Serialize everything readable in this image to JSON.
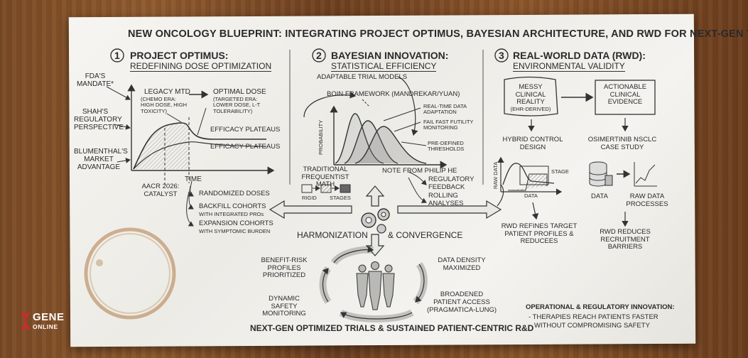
{
  "title": "NEW ONCOLOGY BLUEPRINT: INTEGRATING PROJECT OPTIMUS, BAYESIAN ARCHITECTURE, AND RWD FOR NEXT-GEN TRIALS",
  "section1": {
    "num": "1",
    "heading": "PROJECT OPTIMUS:",
    "subheading": "REDEFINING DOSE OPTIMIZATION",
    "fda": "FDA'S MANDATE*",
    "shah": "SHAH'S REGULATORY PERSPECTIVE",
    "blumenthal": "BLUMENTHAL'S MARKET ADVANTAGE",
    "legacy": "LEGACY MTD",
    "legacy_sub": "(CHEMO ERA: HIGH DOSE, HIGH TOXICITY)",
    "optimal": "OPTIMAL DOSE",
    "optimal_sub": "(TARGETED ERA: LOWER DOSE, L-T TOLERABILITY)",
    "plateau1": "EFFICACY PLATEAUS",
    "plateau2": "EFFICACY PLATEAUS",
    "time": "TIME",
    "aacr": "AACR 2026: CATALYST",
    "randomized": "RANDOMIZED DOSES",
    "backfill": "BACKFILL COHORTS",
    "backfill_sub": "WITH INTEGRATED PROs",
    "expansion": "EXPANSION COHORTS",
    "expansion_sub": "WITH SYMPTOMIC BURDEN"
  },
  "section2": {
    "num": "2",
    "heading": "BAYESIAN INNOVATION:",
    "subheading": "STATISTICAL EFFICIENCY",
    "adaptable": "ADAPTABLE TRIAL MODELS",
    "boin": "BOIN FRAMEWORK (MANDREKAR/YUAN)",
    "probability": "PROBABILITY",
    "realtime": "REAL-TIME DATA ADAPTATION",
    "failfast": "FAIL FAST FUTILITY MONITORING",
    "predefined": "PRE-DEFINED THRESHOLDS",
    "traditional": "TRADITIONAL FREQUENTIST MATH",
    "rigid": "RIGID",
    "stages": "STAGES",
    "note": "NOTE FROM PHILIP HE",
    "regulatory": "REGULATORY FEEDBACK",
    "rolling": "ROLLING ANALYSES"
  },
  "section3": {
    "num": "3",
    "heading": "REAL-WORLD DATA (RWD):",
    "subheading": "ENVIRONMENTAL VALIDITY",
    "messy": "MESSY CLINICAL REALITY",
    "ehr": "(EHR-DERIVED)",
    "actionable": "ACTIONABLE CLINICAL EVIDENCE",
    "hybrid": "HYBRID CONTROL DESIGN",
    "raw_data_axis": "RAW DATA",
    "stage": "STAGE",
    "data_axis": "DATA",
    "osimertinib": "OSIMERTINIB NSCLC CASE STUDY",
    "data": "DATA",
    "raw_processes": "RAW DATA PROCESSES",
    "rwd_refines": "RWD REFINES TARGET PATIENT PROFILES & REDUCEES",
    "rwd_reduces": "RWD REDUCES RECRUITMENT BARRIERS"
  },
  "center": {
    "harmonization": "HARMONIZATION",
    "convergence": "& CONVERGENCE",
    "benefit": "BENEFIT-RISK PROFILES PRIORITIZED",
    "dynamic": "DYNAMIC SAFETY MONITORING",
    "density": "DATA DENSITY MAXIMIZED",
    "broadened": "BROADENED PATIENT ACCESS",
    "pragmatica": "(PRAGMATICA-LUNG)",
    "footer": "NEXT-GEN OPTIMIZED TRIALS & SUSTAINED PATIENT-CENTRIC R&D"
  },
  "operational": {
    "title": "OPERATIONAL & REGULATORY INNOVATION:",
    "line1": "- THERAPIES REACH PATIENTS FASTER",
    "line2": "WITHOUT COMPROMISING SAFETY"
  },
  "logo": {
    "gene": "GENE",
    "online": "ONLINE",
    "color": "#d6262b"
  }
}
